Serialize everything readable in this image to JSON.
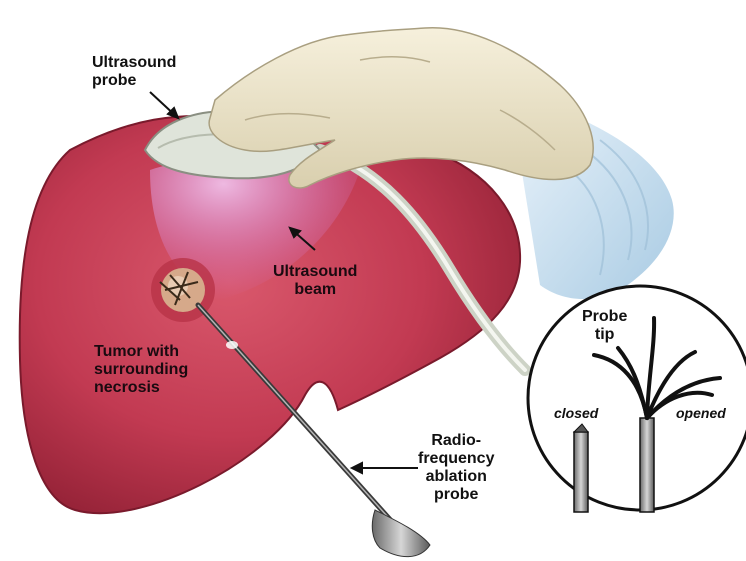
{
  "labels": {
    "ultrasound_probe": [
      "Ultrasound",
      "probe"
    ],
    "ultrasound_beam": [
      "Ultrasound",
      "beam"
    ],
    "tumor": [
      "Tumor with",
      "surrounding",
      "necrosis"
    ],
    "rf_probe": [
      "Radio-",
      "frequency",
      "ablation",
      "probe"
    ],
    "probe_tip": [
      "Probe",
      "tip"
    ],
    "closed": "closed",
    "opened": "opened"
  },
  "colors": {
    "liver": "#c23a52",
    "liver_dark": "#8e1f33",
    "beam": "#d98ee0",
    "glove": "#efe6cc",
    "sleeve": "#cfe4f2",
    "probe_body": "#dfe4da",
    "needle": "#4a4a4a"
  }
}
